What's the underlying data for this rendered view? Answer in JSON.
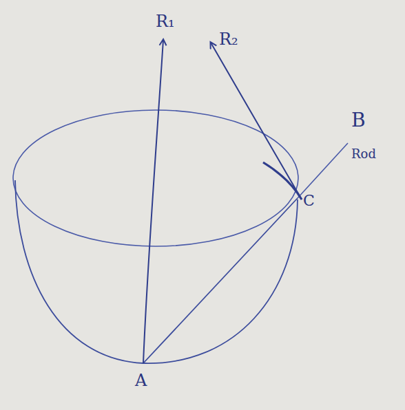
{
  "diagram": {
    "labels": [
      "R₁",
      "R₂",
      "B",
      "Rod",
      "C",
      "A"
    ]
  }
}
